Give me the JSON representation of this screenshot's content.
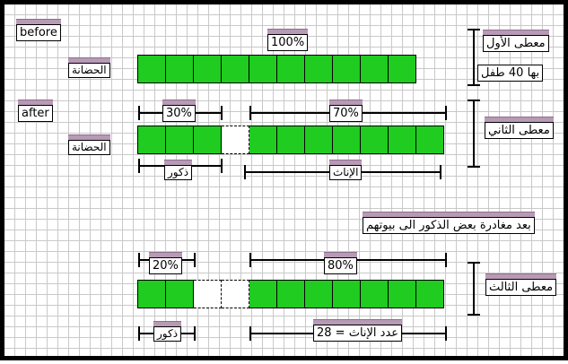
{
  "before": "before",
  "after": "after",
  "given1": "معطى الأول",
  "given1_detail": "بها 40 طفل",
  "given2": "معطى الثاني",
  "given3": "معطى الثالث",
  "nursery": "الحضانة",
  "pct100": "100%",
  "pct30": "30%",
  "pct70": "70%",
  "pct20": "20%",
  "pct80": "80%",
  "males": "ذكور",
  "females": "الإناث",
  "females_count": "عدد الإناث = 28",
  "after_note": "بعد مغادرة بعض الذكور الى بيوتهم",
  "colors": {
    "filled": "#1fcc1f",
    "grid": "#c9c9c9",
    "tab": "#b79ab5"
  },
  "bars": {
    "before": {
      "filled": 10,
      "empty": 0
    },
    "after": {
      "males": 3,
      "empty": 1,
      "females": 7
    },
    "final": {
      "males": 2,
      "empty": 2,
      "females": 7
    }
  }
}
